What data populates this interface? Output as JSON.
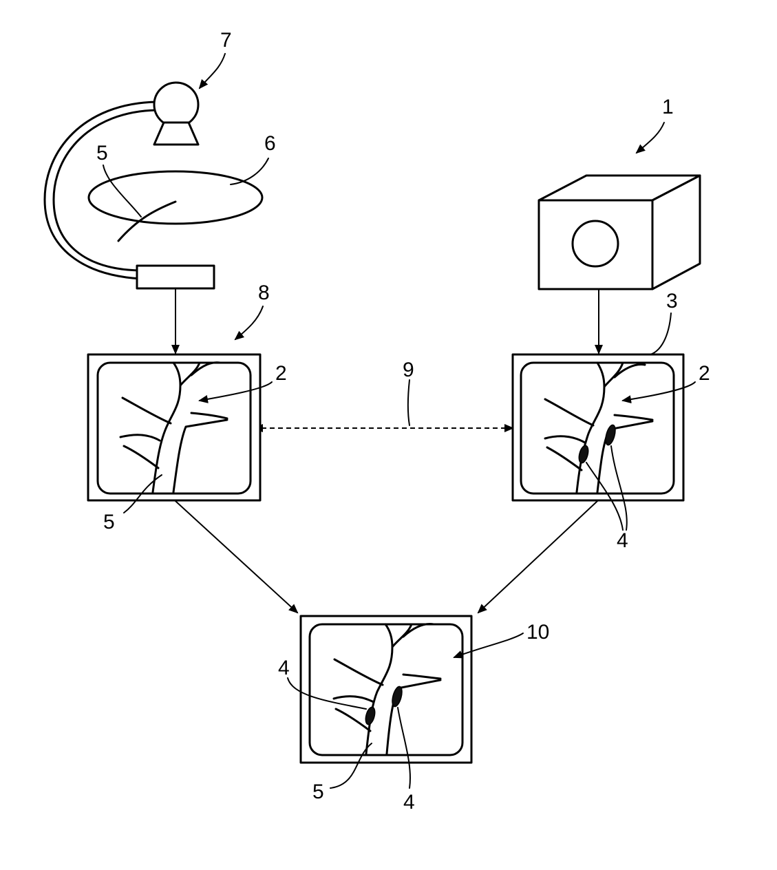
{
  "labels": {
    "ref_1": "1",
    "ref_2_left": "2",
    "ref_2_right": "2",
    "ref_3": "3",
    "ref_4_right": "4",
    "ref_4_bottom_left": "4",
    "ref_4_bottom_right": "4",
    "ref_5_top": "5",
    "ref_5_left": "5",
    "ref_5_bottom": "5",
    "ref_6": "6",
    "ref_7": "7",
    "ref_8": "8",
    "ref_9": "9",
    "ref_10": "10"
  }
}
